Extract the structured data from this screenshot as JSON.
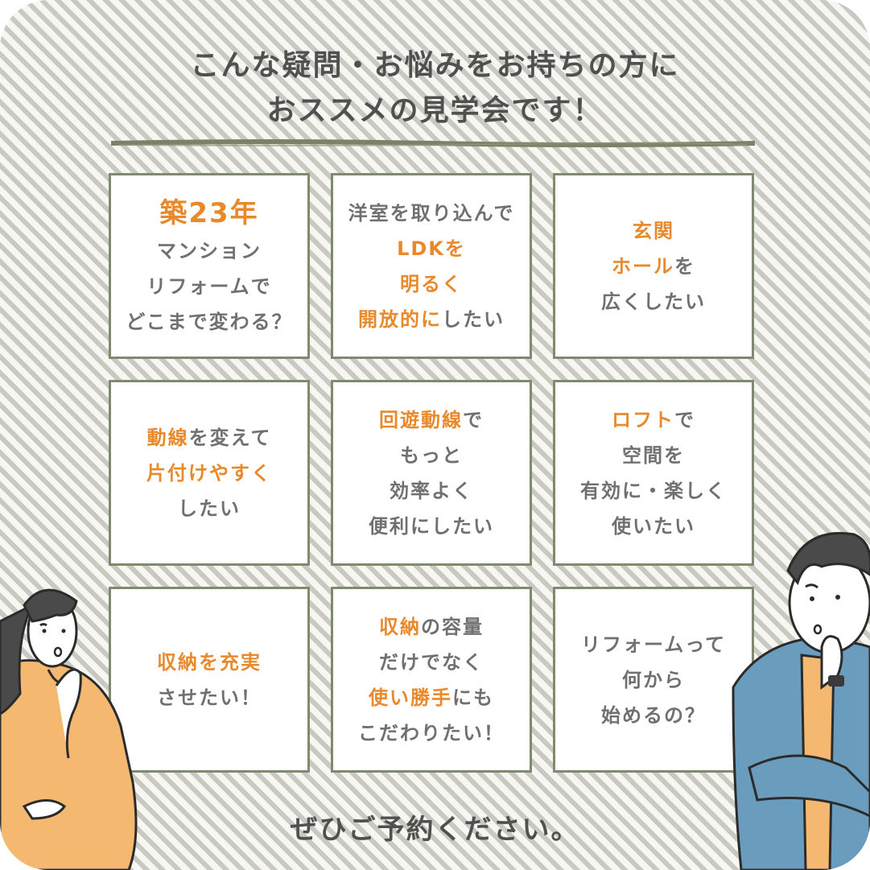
{
  "heading": {
    "line1": "こんな疑問・お悩みをお持ちの方に",
    "line2": "おススメの見学会です！"
  },
  "cards": [
    {
      "lines": [
        [
          {
            "t": "築23年",
            "hl": true,
            "big": true
          }
        ],
        [
          {
            "t": "マンション"
          }
        ],
        [
          {
            "t": "リフォームで"
          }
        ],
        [
          {
            "t": "どこまで変わる？"
          }
        ]
      ]
    },
    {
      "lines": [
        [
          {
            "t": "洋室を取り込んで"
          }
        ],
        [
          {
            "t": "LDKを",
            "hl": true
          }
        ],
        [
          {
            "t": "明るく",
            "hl": true
          }
        ],
        [
          {
            "t": "開放的に",
            "hl": true
          },
          {
            "t": "したい"
          }
        ]
      ]
    },
    {
      "lines": [
        [
          {
            "t": "玄関",
            "hl": true
          }
        ],
        [
          {
            "t": "ホール",
            "hl": true
          },
          {
            "t": "を"
          }
        ],
        [
          {
            "t": "広くしたい"
          }
        ]
      ]
    },
    {
      "lines": [
        [
          {
            "t": "動線",
            "hl": true
          },
          {
            "t": "を変えて"
          }
        ],
        [
          {
            "t": "片付けやすく",
            "hl": true
          }
        ],
        [
          {
            "t": "したい"
          }
        ]
      ]
    },
    {
      "lines": [
        [
          {
            "t": "回遊動線",
            "hl": true
          },
          {
            "t": "で"
          }
        ],
        [
          {
            "t": "もっと"
          }
        ],
        [
          {
            "t": "効率よく"
          }
        ],
        [
          {
            "t": "便利にしたい"
          }
        ]
      ]
    },
    {
      "lines": [
        [
          {
            "t": "ロフト",
            "hl": true
          },
          {
            "t": "で"
          }
        ],
        [
          {
            "t": "空間を"
          }
        ],
        [
          {
            "t": "有効に・楽しく"
          }
        ],
        [
          {
            "t": "使いたい"
          }
        ]
      ]
    },
    {
      "lines": [
        [
          {
            "t": "収納を充実",
            "hl": true
          }
        ],
        [
          {
            "t": "させたい！"
          }
        ]
      ]
    },
    {
      "lines": [
        [
          {
            "t": "収納",
            "hl": true
          },
          {
            "t": "の容量"
          }
        ],
        [
          {
            "t": "だけでなく"
          }
        ],
        [
          {
            "t": "使い勝手",
            "hl": true
          },
          {
            "t": "にも"
          }
        ],
        [
          {
            "t": "こだわりたい！"
          }
        ]
      ]
    },
    {
      "lines": [
        [
          {
            "t": "リフォームって"
          }
        ],
        [
          {
            "t": "何から"
          }
        ],
        [
          {
            "t": "始めるの？"
          }
        ]
      ]
    }
  ],
  "footer": "ぜひご予約ください。",
  "colors": {
    "accent": "#e8892c",
    "text": "#707070",
    "heading": "#505050",
    "card_border": "#808a6e",
    "stripe": "#c9c9c2"
  },
  "illustrations": {
    "left": "thinking-woman-illustration",
    "right": "thinking-man-illustration"
  }
}
